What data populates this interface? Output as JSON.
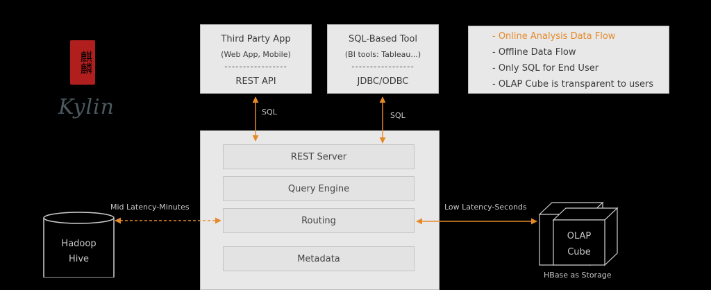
{
  "logo": {
    "seal_text": "麒麟",
    "wordmark": "Kylin",
    "seal_color": "#b01e1e"
  },
  "clients": [
    {
      "title": "Third Party App",
      "subtitle": "(Web App, Mobile)",
      "divider": "-----------------",
      "interface": "REST API"
    },
    {
      "title": "SQL-Based Tool",
      "subtitle": "(BI tools: Tableau...)",
      "divider": "-----------------",
      "interface": "JDBC/ODBC"
    }
  ],
  "features": [
    {
      "text": "- Online Analysis Data Flow",
      "color": "#e58a2a"
    },
    {
      "text": "- Offline Data Flow",
      "color": "#3a3a3a"
    },
    {
      "text": "- Only SQL for End User",
      "color": "#3a3a3a"
    },
    {
      "text": "- OLAP Cube is transparent to users",
      "color": "#3a3a3a"
    }
  ],
  "server_modules": [
    "REST Server",
    "Query Engine",
    "Routing",
    "Metadata"
  ],
  "connections": {
    "sql_left": "SQL",
    "sql_right": "SQL",
    "mid_latency": "Mid Latency-Minutes",
    "low_latency": "Low Latency-Seconds"
  },
  "hadoop": {
    "line1": "Hadoop",
    "line2": "Hive"
  },
  "olap": {
    "line1": "OLAP",
    "line2": "Cube",
    "caption": "HBase as Storage"
  },
  "colors": {
    "accent": "#e58a2a",
    "box_bg": "#e8e8e8"
  }
}
